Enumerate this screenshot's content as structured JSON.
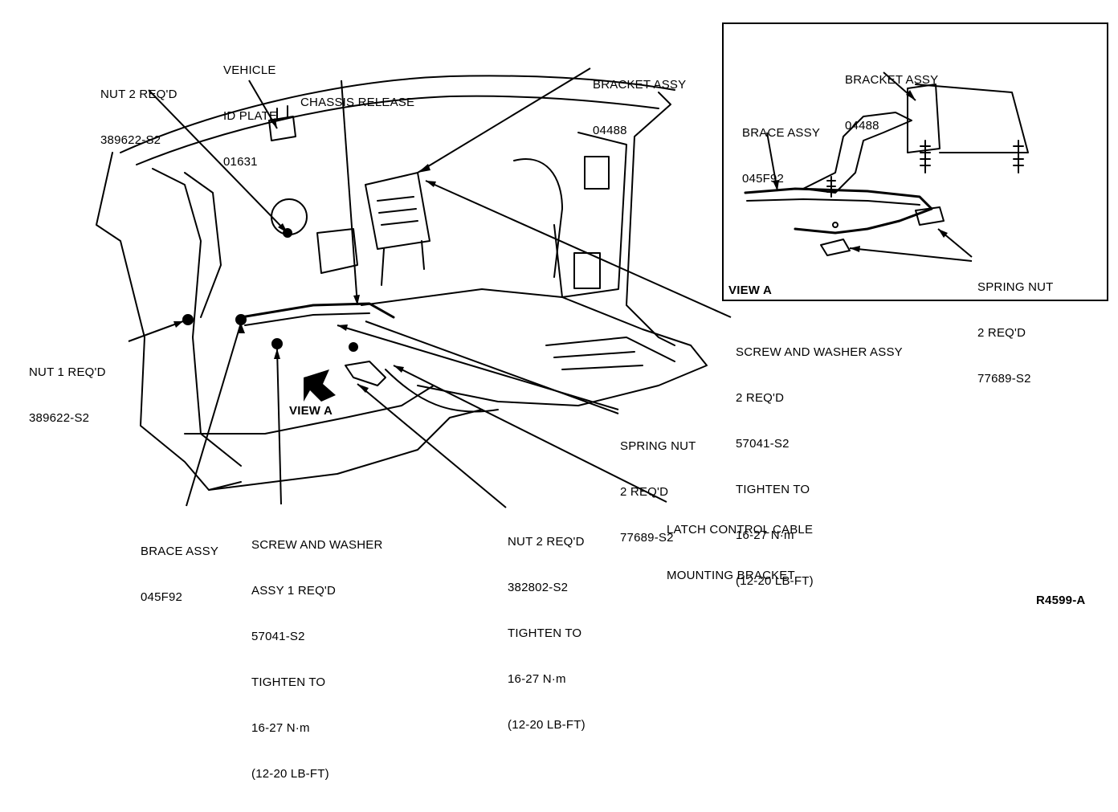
{
  "figure_id": "R4599-A",
  "view_a_marker": "VIEW A",
  "labels": {
    "nut_2_upper": [
      "NUT 2 REQ'D",
      "389622-S2"
    ],
    "vehicle_id_plate": [
      "VEHICLE",
      "ID PLATE",
      "01631"
    ],
    "chassis_release": [
      "CHASSIS RELEASE"
    ],
    "bracket_assy_main": [
      "BRACKET ASSY",
      "04488"
    ],
    "nut_1": [
      "NUT 1 REQ'D",
      "389622-S2"
    ],
    "screw_washer_2": [
      "SCREW AND WASHER ASSY",
      "2 REQ'D",
      "57041-S2",
      "TIGHTEN TO",
      "16-27 N·m",
      "(12-20 LB-FT)"
    ],
    "spring_nut_main": [
      "SPRING NUT",
      "2 REQ'D",
      "77689-S2"
    ],
    "latch_cable_bracket": [
      "LATCH CONTROL CABLE",
      "MOUNTING BRACKET"
    ],
    "brace_assy_main": [
      "BRACE ASSY",
      "045F92"
    ],
    "screw_washer_1": [
      "SCREW AND WASHER",
      "ASSY 1 REQ'D",
      "57041-S2",
      "TIGHTEN TO",
      "16-27 N·m",
      "(12-20 LB-FT)"
    ],
    "nut_2_lower": [
      "NUT 2 REQ'D",
      "382802-S2",
      "TIGHTEN TO",
      "16-27 N·m",
      "(12-20 LB-FT)"
    ]
  },
  "inset": {
    "title": "VIEW A",
    "labels": {
      "bracket_assy": [
        "BRACKET ASSY",
        "04488"
      ],
      "brace_assy": [
        "BRACE ASSY",
        "045F92"
      ],
      "spring_nut": [
        "SPRING NUT",
        "2 REQ'D",
        "77689-S2"
      ]
    }
  }
}
